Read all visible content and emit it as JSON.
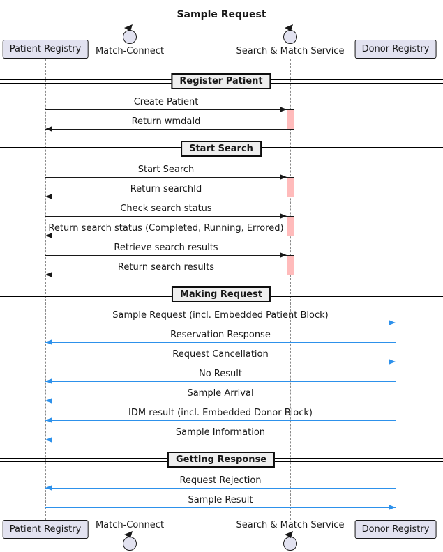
{
  "title": "Sample Request",
  "participants": [
    {
      "id": "patient-registry",
      "label": "Patient Registry",
      "kind": "box"
    },
    {
      "id": "match-connect",
      "label": "Match-Connect",
      "kind": "control"
    },
    {
      "id": "search-match-service",
      "label": "Search & Match Service",
      "kind": "control"
    },
    {
      "id": "donor-registry",
      "label": "Donor Registry",
      "kind": "box"
    }
  ],
  "sections": [
    {
      "label": "Register Patient",
      "messages": [
        {
          "text": "Create Patient",
          "from": "patient-registry",
          "to": "search-match-service",
          "style": "black",
          "activation": "start"
        },
        {
          "text": "Return wmdaId",
          "from": "search-match-service",
          "to": "patient-registry",
          "style": "black",
          "activation": "end"
        }
      ]
    },
    {
      "label": "Start Search",
      "messages": [
        {
          "text": "Start Search",
          "from": "patient-registry",
          "to": "search-match-service",
          "style": "black",
          "activation": "start"
        },
        {
          "text": "Return searchId",
          "from": "search-match-service",
          "to": "patient-registry",
          "style": "black",
          "activation": "end"
        },
        {
          "text": "Check search status",
          "from": "patient-registry",
          "to": "search-match-service",
          "style": "black",
          "activation": "start"
        },
        {
          "text": "Return search status (Completed, Running, Errored)",
          "from": "search-match-service",
          "to": "patient-registry",
          "style": "black",
          "activation": "end"
        },
        {
          "text": "Retrieve search results",
          "from": "patient-registry",
          "to": "search-match-service",
          "style": "black",
          "activation": "start"
        },
        {
          "text": "Return search results",
          "from": "search-match-service",
          "to": "patient-registry",
          "style": "black",
          "activation": "end"
        }
      ]
    },
    {
      "label": "Making Request",
      "messages": [
        {
          "text": "Sample Request (incl. Embedded Patient Block)",
          "from": "patient-registry",
          "to": "donor-registry",
          "style": "blue"
        },
        {
          "text": "Reservation Response",
          "from": "donor-registry",
          "to": "patient-registry",
          "style": "blue"
        },
        {
          "text": "Request Cancellation",
          "from": "patient-registry",
          "to": "donor-registry",
          "style": "blue"
        },
        {
          "text": "No Result",
          "from": "donor-registry",
          "to": "patient-registry",
          "style": "blue"
        },
        {
          "text": "Sample Arrival",
          "from": "donor-registry",
          "to": "patient-registry",
          "style": "blue"
        },
        {
          "text": "IDM result (incl. Embedded Donor Block)",
          "from": "donor-registry",
          "to": "patient-registry",
          "style": "blue"
        },
        {
          "text": "Sample Information",
          "from": "donor-registry",
          "to": "patient-registry",
          "style": "blue"
        }
      ]
    },
    {
      "label": "Getting Response",
      "messages": [
        {
          "text": "Request Rejection",
          "from": "donor-registry",
          "to": "patient-registry",
          "style": "blue"
        },
        {
          "text": "Sample Result",
          "from": "patient-registry",
          "to": "donor-registry",
          "style": "blue"
        }
      ]
    }
  ],
  "colors": {
    "participant_fill": "#E2E2F0",
    "participant_border": "#181818",
    "activation_fill": "#FFBBBB",
    "divider_fill": "#EEEEEE",
    "message_black": "#181818",
    "message_blue": "#2D91EB",
    "lifeline": "#8A8A8A"
  }
}
